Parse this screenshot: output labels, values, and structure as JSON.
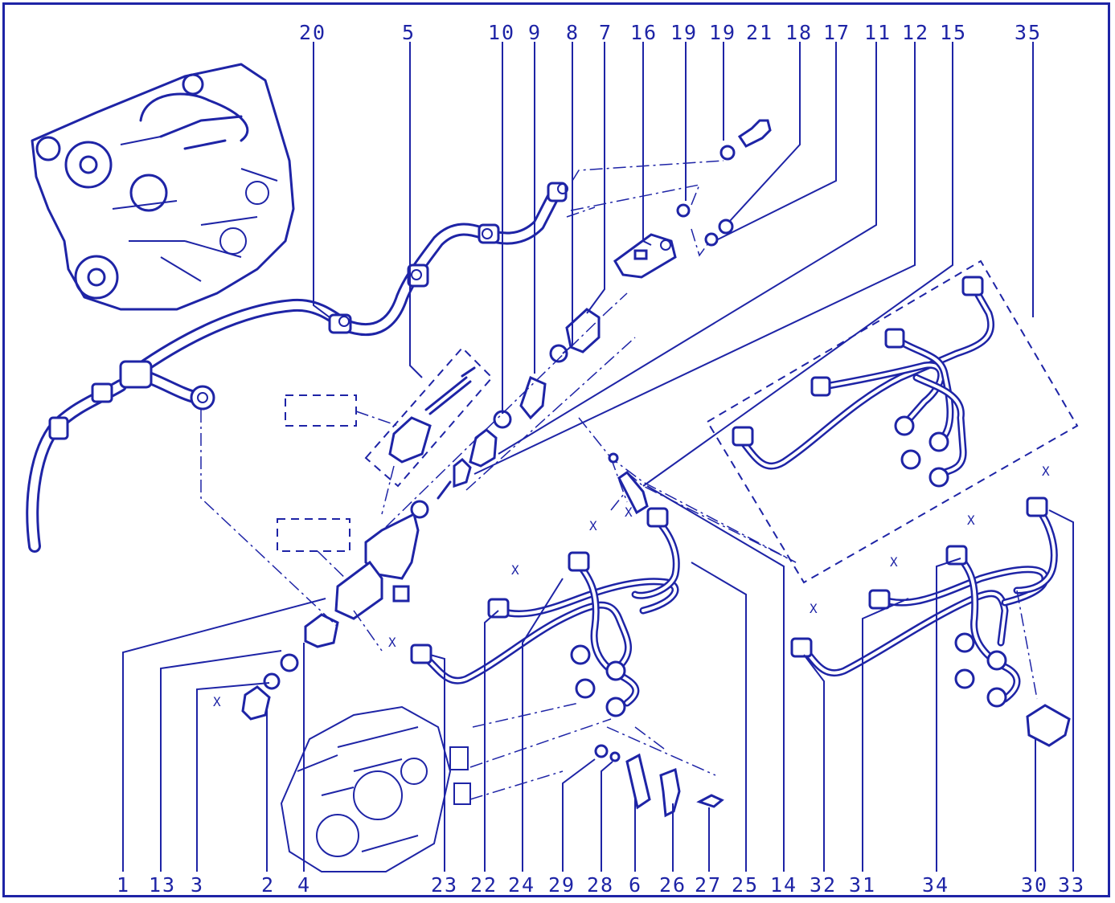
{
  "diagram": {
    "top_labels": [
      {
        "id": "top-20",
        "text": "20"
      },
      {
        "id": "top-5",
        "text": "5"
      },
      {
        "id": "top-10",
        "text": "10"
      },
      {
        "id": "top-9",
        "text": "9"
      },
      {
        "id": "top-8",
        "text": "8"
      },
      {
        "id": "top-7",
        "text": "7"
      },
      {
        "id": "top-16",
        "text": "16"
      },
      {
        "id": "top-19a",
        "text": "19"
      },
      {
        "id": "top-19b",
        "text": "19"
      },
      {
        "id": "top-21",
        "text": "21"
      },
      {
        "id": "top-18",
        "text": "18"
      },
      {
        "id": "top-17",
        "text": "17"
      },
      {
        "id": "top-11",
        "text": "11"
      },
      {
        "id": "top-12",
        "text": "12"
      },
      {
        "id": "top-15",
        "text": "15"
      },
      {
        "id": "top-35",
        "text": "35"
      }
    ],
    "bottom_labels": [
      {
        "id": "bot-1",
        "text": "1"
      },
      {
        "id": "bot-13",
        "text": "13"
      },
      {
        "id": "bot-3",
        "text": "3"
      },
      {
        "id": "bot-2",
        "text": "2"
      },
      {
        "id": "bot-4",
        "text": "4"
      },
      {
        "id": "bot-23",
        "text": "23"
      },
      {
        "id": "bot-22",
        "text": "22"
      },
      {
        "id": "bot-24",
        "text": "24"
      },
      {
        "id": "bot-29",
        "text": "29"
      },
      {
        "id": "bot-28",
        "text": "28"
      },
      {
        "id": "bot-6",
        "text": "6"
      },
      {
        "id": "bot-26",
        "text": "26"
      },
      {
        "id": "bot-27",
        "text": "27"
      },
      {
        "id": "bot-25",
        "text": "25"
      },
      {
        "id": "bot-14",
        "text": "14"
      },
      {
        "id": "bot-32",
        "text": "32"
      },
      {
        "id": "bot-31",
        "text": "31"
      },
      {
        "id": "bot-34",
        "text": "34"
      },
      {
        "id": "bot-30",
        "text": "30"
      },
      {
        "id": "bot-33",
        "text": "33"
      }
    ],
    "dimension_marker": "X",
    "line_color": "#1e24a6",
    "background_color": "#ffffff"
  }
}
